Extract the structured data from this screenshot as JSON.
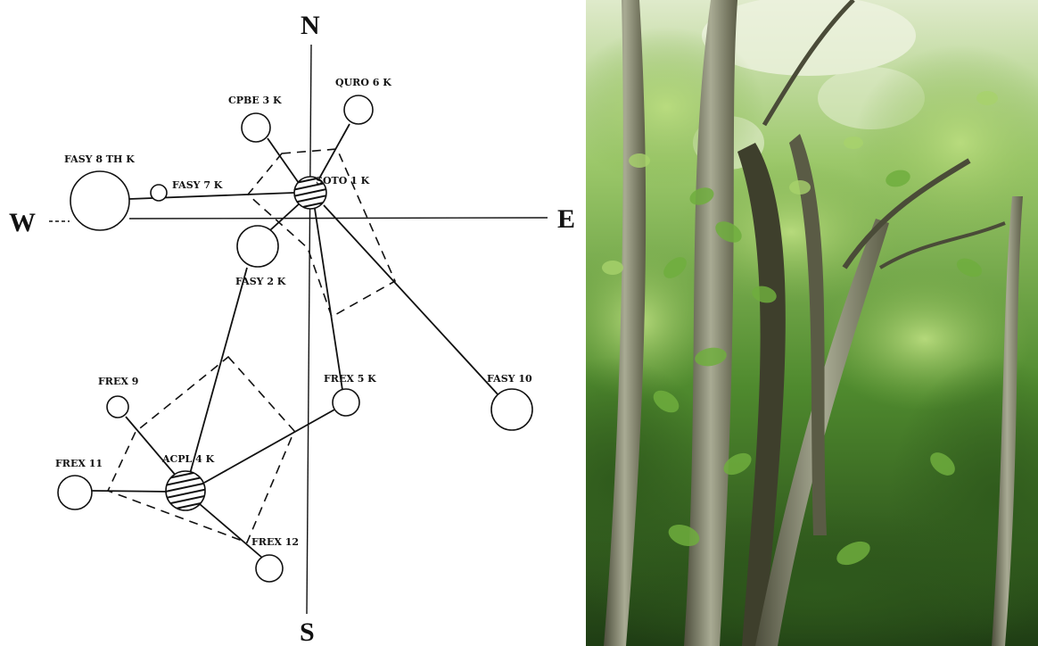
{
  "diagram": {
    "compass": {
      "north": "N",
      "south": "S",
      "west": "W",
      "east": "E"
    },
    "trees": [
      {
        "id": "soto1",
        "label": "SOTO 1 K",
        "hatched": true
      },
      {
        "id": "fasy2",
        "label": "FASY 2 K",
        "hatched": false
      },
      {
        "id": "cpbe3",
        "label": "CPBE 3 K",
        "hatched": false
      },
      {
        "id": "acpl4",
        "label": "ACPL 4 K",
        "hatched": true
      },
      {
        "id": "frex5",
        "label": "FREX 5 K",
        "hatched": false
      },
      {
        "id": "quro6",
        "label": "QURO 6 K",
        "hatched": false
      },
      {
        "id": "fasy7",
        "label": "FASY 7 K",
        "hatched": false
      },
      {
        "id": "fasy8",
        "label": "FASY 8 TH K",
        "hatched": false
      },
      {
        "id": "frex9",
        "label": "FREX 9",
        "hatched": false
      },
      {
        "id": "fasy10",
        "label": "FASY 10",
        "hatched": false
      },
      {
        "id": "frex11",
        "label": "FREX 11",
        "hatched": false
      },
      {
        "id": "frex12",
        "label": "FREX 12",
        "hatched": false
      }
    ]
  },
  "photo": {
    "subject": "forest canopy",
    "colors": {
      "sky": "#e8f0d8",
      "foliage_light": "#9cc86a",
      "foliage_mid": "#4f8a2e",
      "foliage_dark": "#1f3d14",
      "trunk": "#6b6a52",
      "trunk_light": "#a9ab94"
    }
  }
}
